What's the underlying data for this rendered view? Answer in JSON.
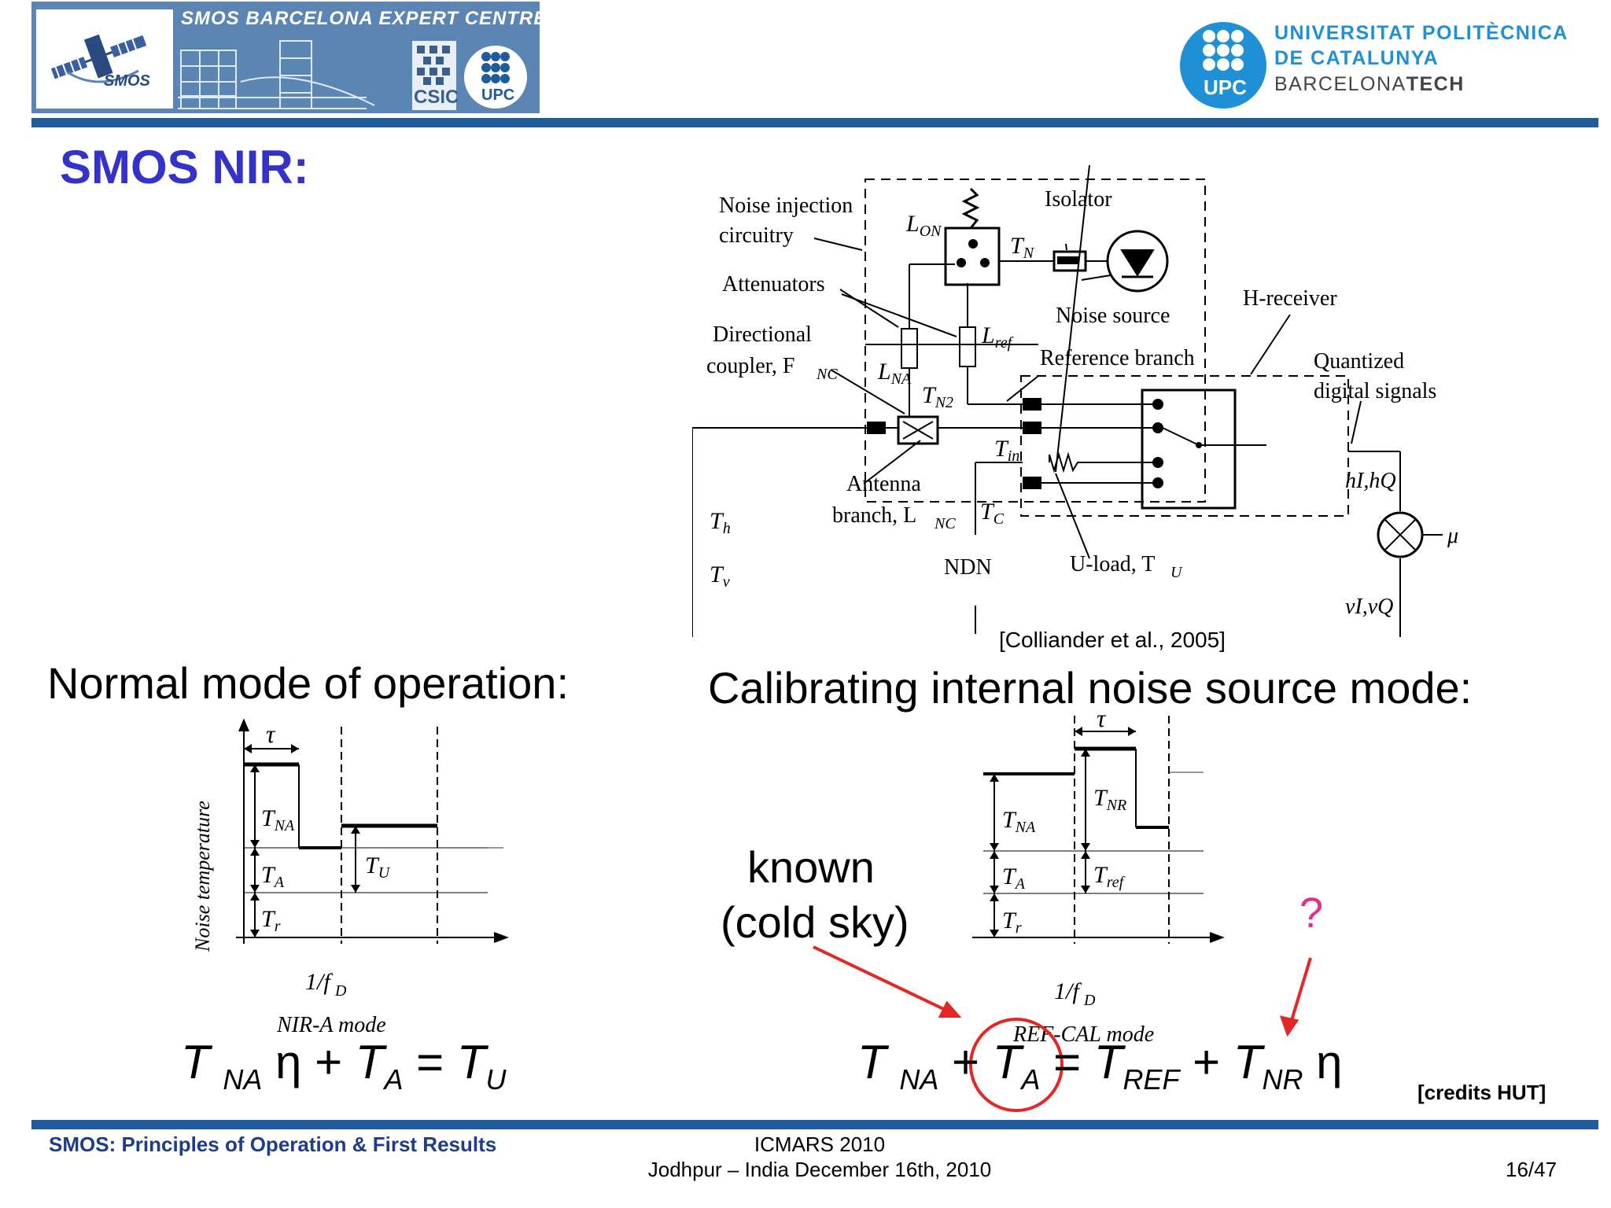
{
  "header": {
    "centre_title": "SMOS BARCELONA EXPERT CENTRE",
    "smos_logo_text": "SMOS",
    "csic_text": "CSIC",
    "upc_text": "UPC",
    "university": {
      "line1": "UNIVERSITAT POLITÈCNICA",
      "line2": "DE CATALUNYA",
      "line3_a": "BARCELONA",
      "line3_b": "TECH"
    }
  },
  "slide_title": "SMOS NIR:",
  "diagram": {
    "noise_injection": [
      "Noise injection",
      "circuitry"
    ],
    "attenuators": "Attenuators",
    "directional_coupler": [
      "Directional",
      "coupler, F"
    ],
    "directional_coupler_sub": "NC",
    "isolator": "Isolator",
    "noise_source": "Noise source",
    "reference_branch": "Reference branch",
    "h_receiver": "H-receiver",
    "quantized": [
      "Quantized",
      "digital signals"
    ],
    "antenna_branch": [
      "Antenna",
      "branch, L"
    ],
    "antenna_branch_sub": "NC",
    "ndn": "NDN",
    "u_load": "U-load, T",
    "u_load_sub": "U",
    "hi_hq": "hI,hQ",
    "vi_vq": "vI,vQ",
    "mu": "μ",
    "citation": "[Colliander et al., 2005]"
  },
  "sections": {
    "normal": "Normal mode of operation:",
    "calibrating": "Calibrating internal noise source mode:"
  },
  "plots": {
    "y_axis_label": "Noise temperature",
    "tau": "τ",
    "x_label": "1/f",
    "x_label_sub": "D",
    "mode_a": "NIR-A mode",
    "mode_b": "REF-CAL mode"
  },
  "annotations": {
    "known": "known",
    "cold_sky": "(cold sky)",
    "question": "?",
    "credits": "[credits HUT]"
  },
  "footer": {
    "left": "SMOS: Principles of Operation & First Results",
    "center_line1": "ICMARS 2010",
    "center_line2": "Jodhpur – India December 16th, 2010",
    "page": "16/47"
  },
  "colors": {
    "header_blue": "#5b86b4",
    "bar_blue": "#1e5b9a",
    "title_blue": "#3333cc",
    "upc_blue": "#1f8fd6",
    "annotation_red": "#e32626",
    "question_magenta": "#e0308a"
  }
}
